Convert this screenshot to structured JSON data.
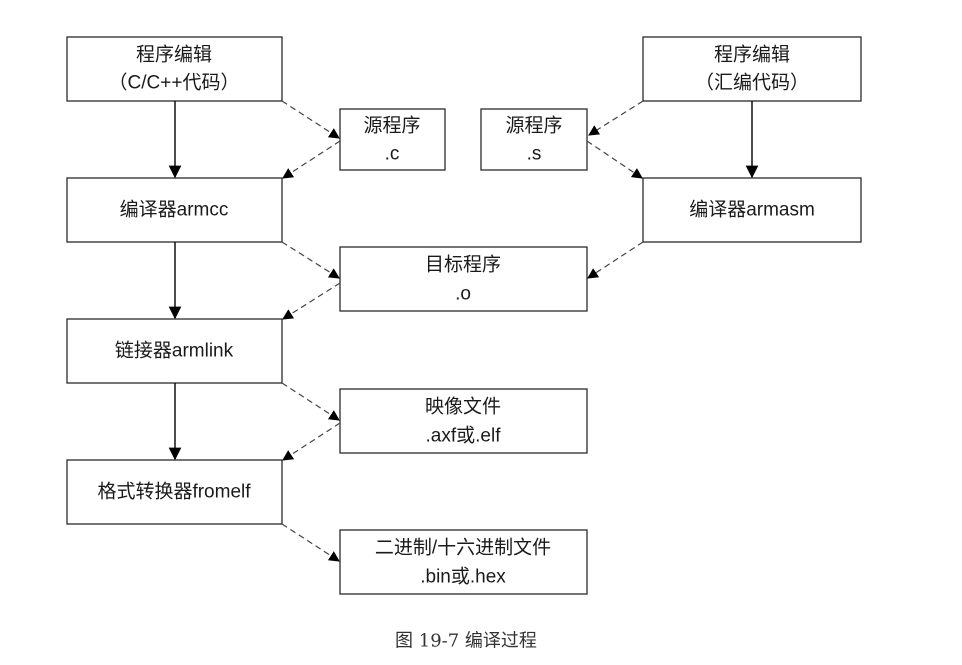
{
  "boxes": {
    "edit_c": {
      "line1": "程序编辑",
      "line2": "（C/C++代码）"
    },
    "edit_asm": {
      "line1": "程序编辑",
      "line2": "（汇编代码）"
    },
    "src_c": {
      "line1": "源程序",
      "line2": ".c"
    },
    "src_s": {
      "line1": "源程序",
      "line2": ".s"
    },
    "armcc": {
      "line1": "编译器armcc"
    },
    "armasm": {
      "line1": "编译器armasm"
    },
    "obj": {
      "line1": "目标程序",
      "line2": ".o"
    },
    "armlink": {
      "line1": "链接器armlink"
    },
    "image": {
      "line1": "映像文件",
      "line2": ".axf或.elf"
    },
    "fromelf": {
      "line1": "格式转换器fromelf"
    },
    "binhex": {
      "line1": "二进制/十六进制文件",
      "line2": ".bin或.hex"
    }
  },
  "caption": "图 19-7  编译过程",
  "colors": {
    "stroke": "#2b2b2b",
    "text": "#1a1a1a",
    "background": "#ffffff"
  }
}
